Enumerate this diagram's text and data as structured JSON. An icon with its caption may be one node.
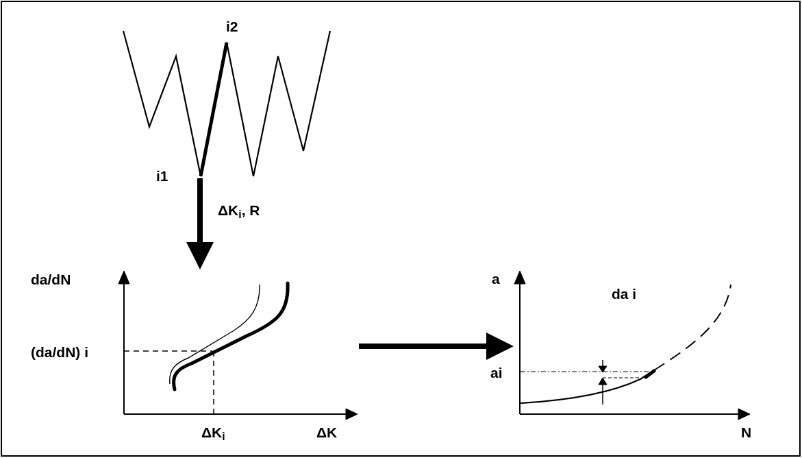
{
  "diagram": {
    "nodes": [
      {
        "text": [],
        "shape": "picture"
      },
      {
        "text": [],
        "shape": "picture"
      },
      {
        "text": [],
        "shape": "picture"
      }
    ],
    "edges": [
      {
        "from": 0,
        "to": 1,
        "arrow": "to",
        "label": "ΔK$_{i}$, R"
      },
      {
        "from": 1,
        "to": 2,
        "arrow": "to"
      }
    ],
    "labels": [
      "i2",
      "i1",
      "da/dN",
      "(da/dN) i",
      "a",
      "da i",
      "ai",
      "ΔK$_{i}$",
      "ΔK",
      "N"
    ]
  }
}
